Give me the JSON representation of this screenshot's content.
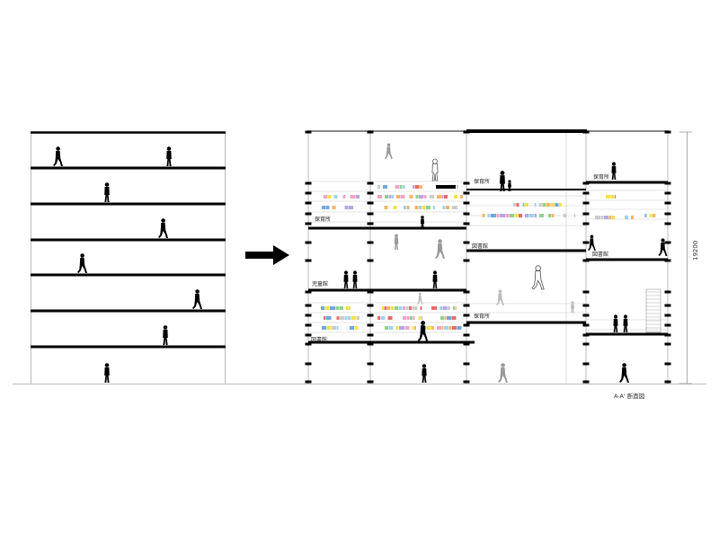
{
  "colors": {
    "background": "#ffffff",
    "ink": "#000000",
    "grey_figure": "#9a9a9a",
    "thin_line": "#bbbbbb",
    "book_palette": [
      "#f2e24a",
      "#f5a3c7",
      "#9fd3ef",
      "#b7a6e3",
      "#8fd18f",
      "#f6b56a",
      "#e86b6b",
      "#6fa8dc",
      "#cccccc"
    ]
  },
  "icons": {
    "person_figure": "walking-person-silhouette-icon",
    "arrow": "right-arrow-icon"
  },
  "left_section": {
    "floor_count": 7,
    "people_per_floor": 1
  },
  "right_section": {
    "room_labels": [
      {
        "id": "label-1",
        "text": "保育所"
      },
      {
        "id": "label-2",
        "text": "保育所"
      },
      {
        "id": "label-3",
        "text": "保育所"
      },
      {
        "id": "label-4",
        "text": "保育所"
      },
      {
        "id": "label-5",
        "text": "図書館"
      },
      {
        "id": "label-6",
        "text": "図書館"
      },
      {
        "id": "label-7",
        "text": "児童館"
      },
      {
        "id": "label-8",
        "text": "図書館"
      }
    ],
    "height_dimension": "19200",
    "section_caption": "A-A' 断面図"
  }
}
